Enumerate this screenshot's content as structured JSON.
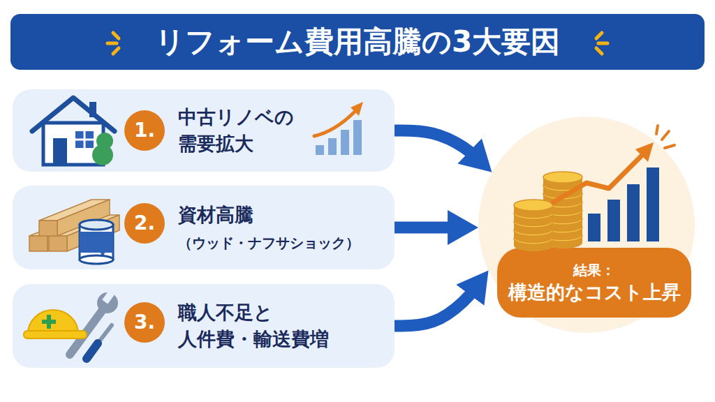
{
  "diagram": {
    "title": "リフォーム費用高騰の3大要因",
    "nodes": [
      {
        "text": [
          "中古リノベの 需要拡大"
        ]
      },
      {
        "text": [
          "1."
        ],
        "in": 0
      },
      {
        "text": [
          "資材高騰",
          "（ウッド・ナフサショック）"
        ]
      },
      {
        "text": [
          "2."
        ],
        "in": 2
      },
      {
        "text": [
          "職人不足と 人件費・輸送費増"
        ]
      },
      {
        "text": [
          "3."
        ],
        "in": 4
      },
      {
        "text": [
          "結果：",
          "構造的なコスト上昇"
        ]
      }
    ],
    "edges": [
      {
        "from": 0,
        "to": 6,
        "arrow": "to"
      },
      {
        "from": 2,
        "to": 6,
        "arrow": "to"
      },
      {
        "from": 4,
        "to": 6,
        "arrow": "to"
      }
    ]
  }
}
